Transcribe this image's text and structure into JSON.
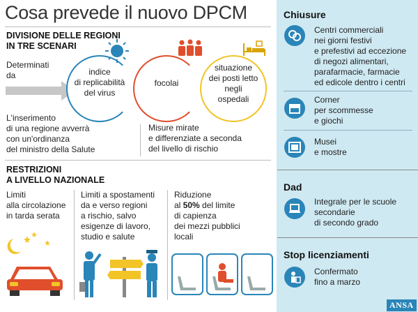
{
  "title": "Cosa prevede il nuovo DPCM",
  "divisione": {
    "heading_line1": "DIVISIONE DELLE REGIONI",
    "heading_line2": "IN TRE SCENARI",
    "determinati_line1": "Determinati",
    "determinati_line2": "da",
    "circles": [
      {
        "lines": [
          "indice",
          "di replicabilità",
          "del virus"
        ],
        "color": "#2a85b8"
      },
      {
        "lines": [
          "focolai"
        ],
        "color": "#e04e2c"
      },
      {
        "lines": [
          "situazione",
          "dei posti letto",
          "negli",
          "ospedali"
        ],
        "color": "#f2c428"
      }
    ],
    "inserimento": [
      "L'inserimento",
      "di una regione avverrà",
      "con un'ordinanza",
      "del ministro della Salute"
    ],
    "misure": [
      "Misure mirate",
      "e differenziate a seconda",
      "del livello di rischio"
    ]
  },
  "restrizioni": {
    "heading_line1": "RESTRIZIONI",
    "heading_line2": "A LIVELLO NAZIONALE",
    "col1": [
      "Limiti",
      "alla circolazione",
      "in tarda serata"
    ],
    "col2": [
      "Limiti a spostamenti",
      "da e verso regioni",
      "a rischio, salvo",
      "esigenze di lavoro,",
      "studio e salute"
    ],
    "col3_line1": "Riduzione",
    "col3_line2_pre": "al ",
    "col3_line2_bold": "50%",
    "col3_line2_post": " del limite",
    "col3_rest": [
      "di capienza",
      "dei mezzi pubblici",
      "locali"
    ]
  },
  "panel": {
    "chiusure_heading": "Chiusure",
    "chiusure_items": [
      {
        "icon": "shopping-icon",
        "lines": [
          "Centri commerciali",
          "nei giorni festivi",
          "e prefestivi ad eccezione",
          "di negozi alimentari,",
          "parafarmacie, farmacie",
          "ed edicole dentro i centri"
        ]
      },
      {
        "icon": "shop-icon",
        "lines": [
          "Corner",
          "per scommesse",
          "e giochi"
        ]
      },
      {
        "icon": "museum-icon",
        "lines": [
          "Musei",
          "e mostre"
        ]
      }
    ],
    "dad_heading": "Dad",
    "dad_lines": [
      "Integrale per le scuole",
      "secondarie",
      "di secondo grado"
    ],
    "stop_heading": "Stop licenziamenti",
    "stop_lines": [
      "Confermato",
      "fino a marzo"
    ],
    "logo": "ANSA"
  },
  "colors": {
    "blue": "#2a85b8",
    "red": "#e04e2c",
    "yellow": "#f2c428",
    "panel": "#cfe9f2"
  }
}
